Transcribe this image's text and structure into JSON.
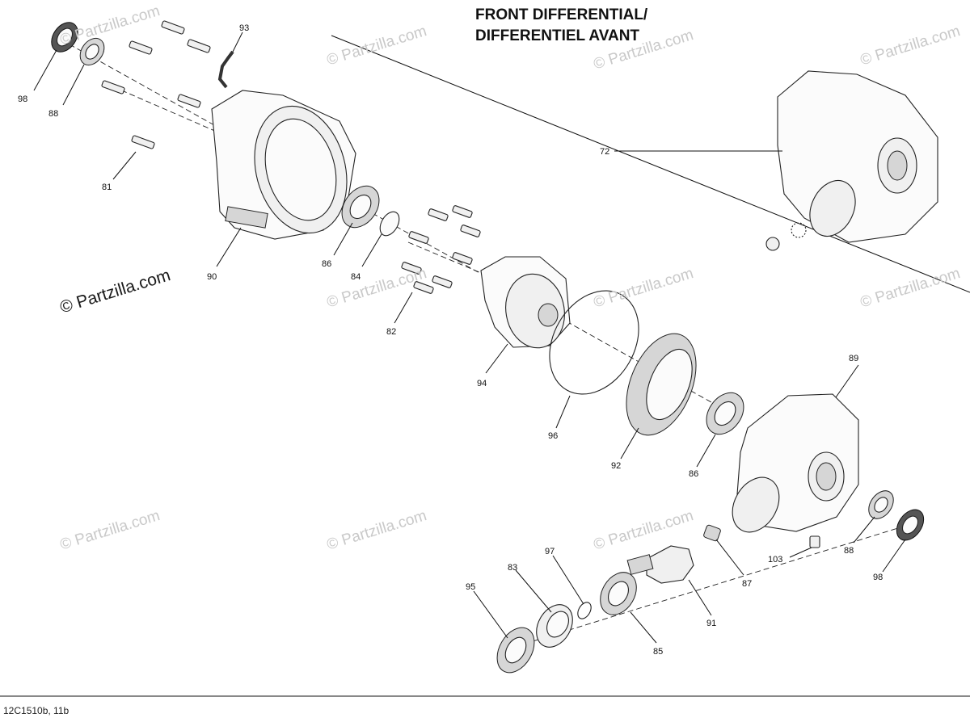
{
  "title": {
    "line1": "FRONT DIFFERENTIAL/",
    "line2": "DIFFERENTIEL AVANT"
  },
  "drawing_code": "12C1510b, 11b",
  "watermark": {
    "text": "© Partzilla.com",
    "accent_text": "© Partzilla.com",
    "light_color": "#c9c9c9",
    "dark_color": "#1a1a1a"
  },
  "callouts": [
    "98",
    "88",
    "93",
    "81",
    "90",
    "86",
    "84",
    "82",
    "94",
    "96",
    "92",
    "86",
    "89",
    "72",
    "103",
    "88",
    "98",
    "87",
    "91",
    "85",
    "97",
    "83",
    "95"
  ]
}
